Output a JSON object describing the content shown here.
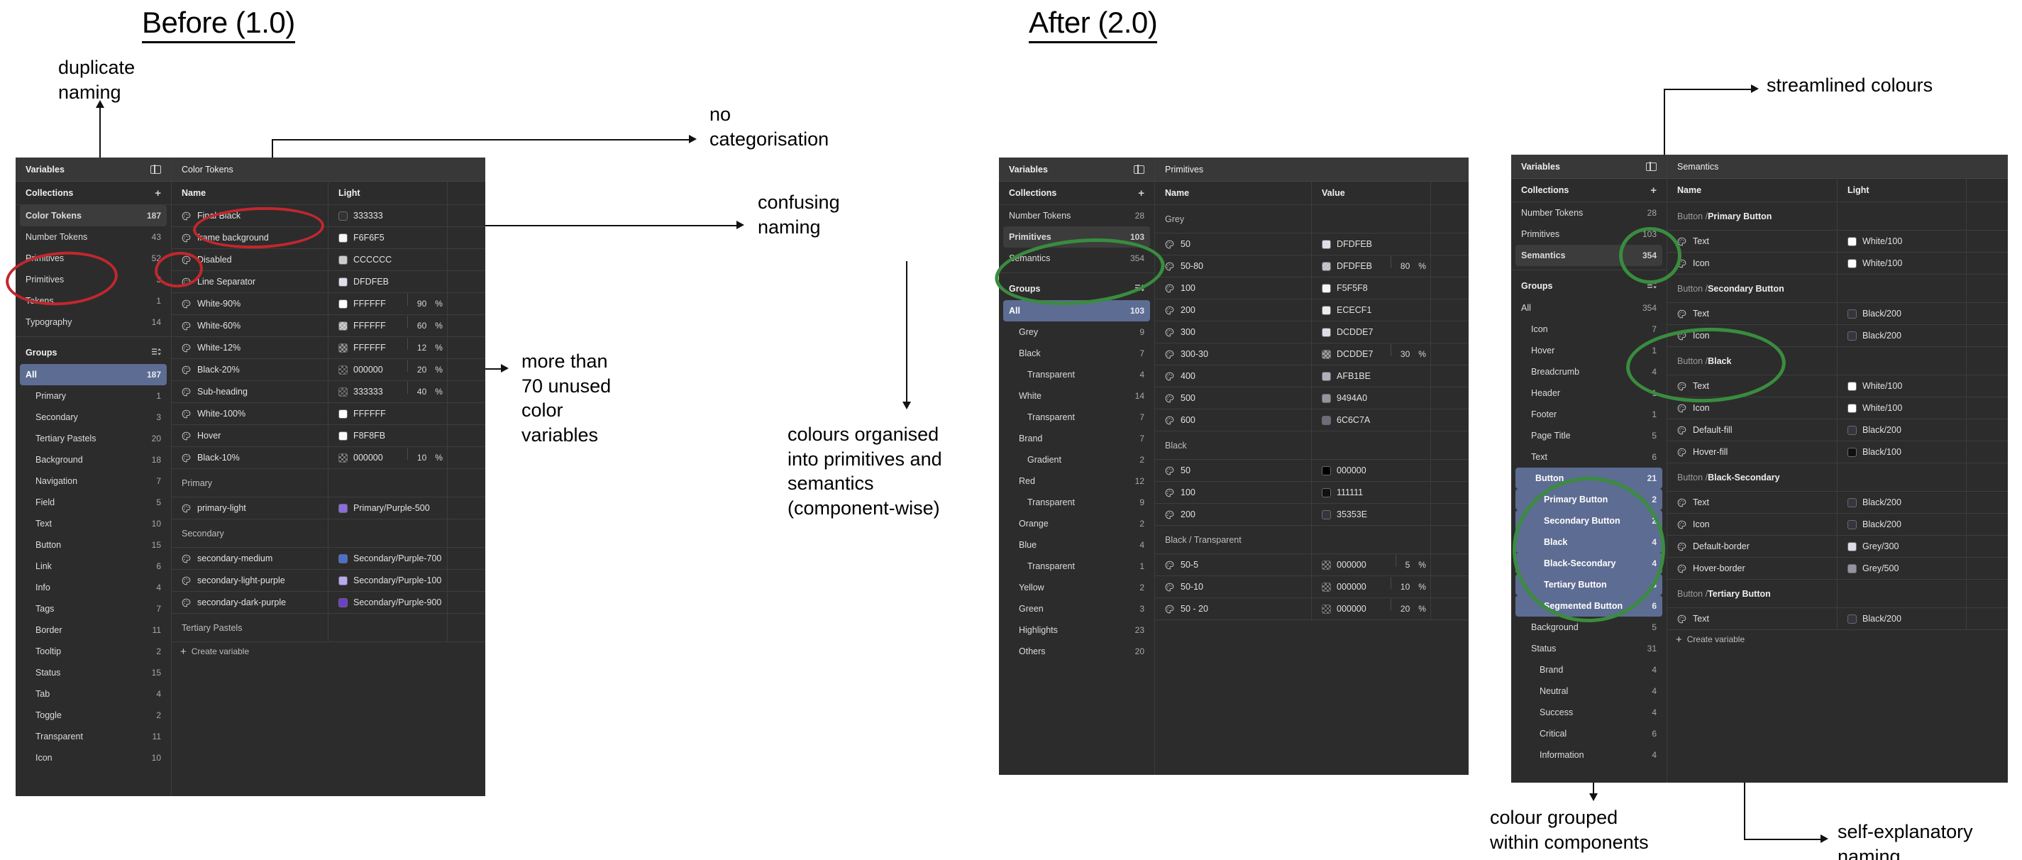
{
  "headings": {
    "before": "Before (1.0)",
    "after": "After (2.0)"
  },
  "annotations": {
    "duplicate_naming": "duplicate\nnaming",
    "no_categorisation": "no\ncategorisation",
    "confusing_naming": "confusing\nnaming",
    "unused_vars": "more than\n70 unused\ncolor\nvariables",
    "organised": "colours organised\ninto primitives and\nsemantics\n(component-wise)",
    "streamlined": "streamlined colours",
    "grouped": "colour grouped\nwithin components",
    "self_explanatory": "self-explanatory\nnaming"
  },
  "colors": {
    "red_circle": "#c1272d",
    "green_circle": "#3a8c3f",
    "selection_blue": "#5d6c92",
    "panel_bg": "#2c2c2c"
  },
  "panel_before": {
    "window_title": "Variables",
    "panel_icon": "panel-toggle-icon",
    "collections_label": "Collections",
    "add_icon": "plus-icon",
    "collections": [
      {
        "label": "Color Tokens",
        "count": "187",
        "state": "selected"
      },
      {
        "label": "Number Tokens",
        "count": "43",
        "state": "normal"
      },
      {
        "label": "Primitives",
        "count": "52",
        "state": "normal"
      },
      {
        "label": "Primitives",
        "count": "3",
        "state": "normal"
      },
      {
        "label": "Tokens",
        "count": "1",
        "state": "normal"
      },
      {
        "label": "Typography",
        "count": "14",
        "state": "normal"
      }
    ],
    "groups_label": "Groups",
    "sort_icon": "sort-icon",
    "groups": [
      {
        "label": "All",
        "count": "187",
        "state": "active",
        "indent": 0
      },
      {
        "label": "Primary",
        "count": "1",
        "state": "normal",
        "indent": 1
      },
      {
        "label": "Secondary",
        "count": "3",
        "state": "normal",
        "indent": 1
      },
      {
        "label": "Tertiary Pastels",
        "count": "20",
        "state": "normal",
        "indent": 1
      },
      {
        "label": "Background",
        "count": "18",
        "state": "normal",
        "indent": 1
      },
      {
        "label": "Navigation",
        "count": "7",
        "state": "normal",
        "indent": 1
      },
      {
        "label": "Field",
        "count": "5",
        "state": "normal",
        "indent": 1
      },
      {
        "label": "Text",
        "count": "10",
        "state": "normal",
        "indent": 1
      },
      {
        "label": "Button",
        "count": "15",
        "state": "normal",
        "indent": 1
      },
      {
        "label": "Link",
        "count": "6",
        "state": "normal",
        "indent": 1
      },
      {
        "label": "Info",
        "count": "4",
        "state": "normal",
        "indent": 1
      },
      {
        "label": "Tags",
        "count": "7",
        "state": "normal",
        "indent": 1
      },
      {
        "label": "Border",
        "count": "11",
        "state": "normal",
        "indent": 1
      },
      {
        "label": "Tooltip",
        "count": "2",
        "state": "normal",
        "indent": 1
      },
      {
        "label": "Status",
        "count": "15",
        "state": "normal",
        "indent": 1
      },
      {
        "label": "Tab",
        "count": "4",
        "state": "normal",
        "indent": 1
      },
      {
        "label": "Toggle",
        "count": "2",
        "state": "normal",
        "indent": 1
      },
      {
        "label": "Transparent",
        "count": "11",
        "state": "normal",
        "indent": 1
      },
      {
        "label": "Icon",
        "count": "10",
        "state": "normal",
        "indent": 1
      }
    ],
    "table_title": "Color Tokens",
    "col_name": "Name",
    "col_value": "Light",
    "rows": [
      {
        "kind": "row",
        "name": "Final Black",
        "value": "333333",
        "swatch": "#333333",
        "pct": ""
      },
      {
        "kind": "row",
        "name": "frame background",
        "value": "F6F6F5",
        "swatch": "#F6F6F5",
        "pct": ""
      },
      {
        "kind": "row",
        "name": "Disabled",
        "value": "CCCCCC",
        "swatch": "#CCCCCC",
        "pct": ""
      },
      {
        "kind": "row",
        "name": "Line Separator",
        "value": "DFDFEB",
        "swatch": "#DFDFEB",
        "pct": ""
      },
      {
        "kind": "row",
        "name": "White-90%",
        "value": "FFFFFF",
        "swatch": "#FFFFFF",
        "pct": "90"
      },
      {
        "kind": "row",
        "name": "White-60%",
        "value": "FFFFFF",
        "swatch": "#FFFFFF",
        "pct": "60",
        "checker": true
      },
      {
        "kind": "row",
        "name": "White-12%",
        "value": "FFFFFF",
        "swatch": "#FFFFFF",
        "pct": "12",
        "checker": true
      },
      {
        "kind": "row",
        "name": "Black-20%",
        "value": "000000",
        "swatch": "#000000",
        "pct": "20",
        "checker": true
      },
      {
        "kind": "row",
        "name": "Sub-heading",
        "value": "333333",
        "swatch": "#333333",
        "pct": "40",
        "checker": true
      },
      {
        "kind": "row",
        "name": "White-100%",
        "value": "FFFFFF",
        "swatch": "#FFFFFF",
        "pct": ""
      },
      {
        "kind": "row",
        "name": "Hover",
        "value": "F8F8FB",
        "swatch": "#F8F8FB",
        "pct": ""
      },
      {
        "kind": "row",
        "name": "Black-10%",
        "value": "000000",
        "swatch": "#000000",
        "pct": "10",
        "checker": true
      },
      {
        "kind": "group",
        "name": "Primary"
      },
      {
        "kind": "row",
        "name": "primary-light",
        "value": "Primary/Purple-500",
        "swatch": "#8b6ce0",
        "pct": ""
      },
      {
        "kind": "group",
        "name": "Secondary"
      },
      {
        "kind": "row",
        "name": "secondary-medium",
        "value": "Secondary/Purple-700",
        "swatch": "#4a6fd4",
        "pct": ""
      },
      {
        "kind": "row",
        "name": "secondary-light-purple",
        "value": "Secondary/Purple-100",
        "swatch": "#b9a9f0",
        "pct": ""
      },
      {
        "kind": "row",
        "name": "secondary-dark-purple",
        "value": "Secondary/Purple-900",
        "swatch": "#6b3fd0",
        "pct": ""
      },
      {
        "kind": "group",
        "name": "Tertiary Pastels"
      }
    ],
    "create_variable": "Create variable"
  },
  "panel_primitives": {
    "window_title": "Variables",
    "collections_label": "Collections",
    "collections": [
      {
        "label": "Number Tokens",
        "count": "28",
        "state": "normal"
      },
      {
        "label": "Primitives",
        "count": "103",
        "state": "selected"
      },
      {
        "label": "Semantics",
        "count": "354",
        "state": "normal"
      }
    ],
    "groups_label": "Groups",
    "groups": [
      {
        "label": "All",
        "count": "103",
        "state": "active",
        "indent": 0
      },
      {
        "label": "Grey",
        "count": "9",
        "state": "normal",
        "indent": 1
      },
      {
        "label": "Black",
        "count": "7",
        "state": "normal",
        "indent": 1
      },
      {
        "label": "Transparent",
        "count": "4",
        "state": "normal",
        "indent": 2
      },
      {
        "label": "White",
        "count": "14",
        "state": "normal",
        "indent": 1
      },
      {
        "label": "Transparent",
        "count": "7",
        "state": "normal",
        "indent": 2
      },
      {
        "label": "Brand",
        "count": "7",
        "state": "normal",
        "indent": 1
      },
      {
        "label": "Gradient",
        "count": "2",
        "state": "normal",
        "indent": 2
      },
      {
        "label": "Red",
        "count": "12",
        "state": "normal",
        "indent": 1
      },
      {
        "label": "Transparent",
        "count": "9",
        "state": "normal",
        "indent": 2
      },
      {
        "label": "Orange",
        "count": "2",
        "state": "normal",
        "indent": 1
      },
      {
        "label": "Blue",
        "count": "4",
        "state": "normal",
        "indent": 1
      },
      {
        "label": "Transparent",
        "count": "1",
        "state": "normal",
        "indent": 2
      },
      {
        "label": "Yellow",
        "count": "2",
        "state": "normal",
        "indent": 1
      },
      {
        "label": "Green",
        "count": "3",
        "state": "normal",
        "indent": 1
      },
      {
        "label": "Highlights",
        "count": "23",
        "state": "normal",
        "indent": 1
      },
      {
        "label": "Others",
        "count": "20",
        "state": "normal",
        "indent": 1
      }
    ],
    "table_title": "Primitives",
    "col_name": "Name",
    "col_value": "Value",
    "rows": [
      {
        "kind": "group",
        "name": "Grey"
      },
      {
        "kind": "row",
        "name": "50",
        "value": "DFDFEB",
        "swatch": "#DFDFEB",
        "pct": ""
      },
      {
        "kind": "row",
        "name": "50-80",
        "value": "DFDFEB",
        "swatch": "#DFDFEB",
        "pct": "80",
        "checker": true
      },
      {
        "kind": "row",
        "name": "100",
        "value": "F5F5F8",
        "swatch": "#F5F5F8",
        "pct": ""
      },
      {
        "kind": "row",
        "name": "200",
        "value": "ECECF1",
        "swatch": "#ECECF1",
        "pct": ""
      },
      {
        "kind": "row",
        "name": "300",
        "value": "DCDDE7",
        "swatch": "#DCDDE7",
        "pct": ""
      },
      {
        "kind": "row",
        "name": "300-30",
        "value": "DCDDE7",
        "swatch": "#DCDDE7",
        "pct": "30",
        "checker": true
      },
      {
        "kind": "row",
        "name": "400",
        "value": "AFB1BE",
        "swatch": "#AFB1BE",
        "pct": ""
      },
      {
        "kind": "row",
        "name": "500",
        "value": "9494A0",
        "swatch": "#9494A0",
        "pct": ""
      },
      {
        "kind": "row",
        "name": "600",
        "value": "6C6C7A",
        "swatch": "#6C6C7A",
        "pct": ""
      },
      {
        "kind": "group",
        "name": "Black"
      },
      {
        "kind": "row",
        "name": "50",
        "value": "000000",
        "swatch": "#000000",
        "pct": ""
      },
      {
        "kind": "row",
        "name": "100",
        "value": "111111",
        "swatch": "#111111",
        "pct": ""
      },
      {
        "kind": "row",
        "name": "200",
        "value": "35353E",
        "swatch": "#35353E",
        "pct": ""
      },
      {
        "kind": "group",
        "name": "Black / Transparent"
      },
      {
        "kind": "row",
        "name": "50-5",
        "value": "000000",
        "swatch": "#000000",
        "pct": "5",
        "checker": true
      },
      {
        "kind": "row",
        "name": "50-10",
        "value": "000000",
        "swatch": "#000000",
        "pct": "10",
        "checker": true
      },
      {
        "kind": "row",
        "name": "50 - 20",
        "value": "000000",
        "swatch": "#000000",
        "pct": "20",
        "checker": true
      }
    ]
  },
  "panel_semantics": {
    "window_title": "Variables",
    "collections_label": "Collections",
    "collections": [
      {
        "label": "Number Tokens",
        "count": "28",
        "state": "normal"
      },
      {
        "label": "Primitives",
        "count": "103",
        "state": "normal"
      },
      {
        "label": "Semantics",
        "count": "354",
        "state": "selected"
      }
    ],
    "groups_label": "Groups",
    "groups": [
      {
        "label": "All",
        "count": "354",
        "state": "normal",
        "indent": 0
      },
      {
        "label": "Icon",
        "count": "7",
        "state": "normal",
        "indent": 1
      },
      {
        "label": "Hover",
        "count": "1",
        "state": "normal",
        "indent": 1
      },
      {
        "label": "Breadcrumb",
        "count": "4",
        "state": "normal",
        "indent": 1
      },
      {
        "label": "Header",
        "count": "1",
        "state": "normal",
        "indent": 1
      },
      {
        "label": "Footer",
        "count": "1",
        "state": "normal",
        "indent": 1
      },
      {
        "label": "Page Title",
        "count": "5",
        "state": "normal",
        "indent": 1
      },
      {
        "label": "Text",
        "count": "6",
        "state": "normal",
        "indent": 1
      },
      {
        "label": "Button",
        "count": "21",
        "state": "active",
        "indent": 1
      },
      {
        "label": "Primary Button",
        "count": "2",
        "state": "sub-active",
        "indent": 2
      },
      {
        "label": "Secondary Button",
        "count": "2",
        "state": "sub-active",
        "indent": 2
      },
      {
        "label": "Black",
        "count": "4",
        "state": "sub-active",
        "indent": 2
      },
      {
        "label": "Black-Secondary",
        "count": "4",
        "state": "sub-active",
        "indent": 2
      },
      {
        "label": "Tertiary Button",
        "count": "3",
        "state": "sub-active",
        "indent": 2
      },
      {
        "label": "Segmented Button",
        "count": "6",
        "state": "sub-active",
        "indent": 2
      },
      {
        "label": "Background",
        "count": "5",
        "state": "normal",
        "indent": 1
      },
      {
        "label": "Status",
        "count": "31",
        "state": "normal",
        "indent": 1
      },
      {
        "label": "Brand",
        "count": "4",
        "state": "normal",
        "indent": 2
      },
      {
        "label": "Neutral",
        "count": "4",
        "state": "normal",
        "indent": 2
      },
      {
        "label": "Success",
        "count": "4",
        "state": "normal",
        "indent": 2
      },
      {
        "label": "Critical",
        "count": "6",
        "state": "normal",
        "indent": 2
      },
      {
        "label": "Information",
        "count": "4",
        "state": "normal",
        "indent": 2
      }
    ],
    "table_title": "Semantics",
    "col_name": "Name",
    "col_value": "Light",
    "rows": [
      {
        "kind": "group",
        "prefix": "Button / ",
        "name": "Primary Button"
      },
      {
        "kind": "row",
        "name": "Text",
        "value": "White/100",
        "swatch": "#FFFFFF",
        "pct": ""
      },
      {
        "kind": "row",
        "name": "Icon",
        "value": "White/100",
        "swatch": "#FFFFFF",
        "pct": ""
      },
      {
        "kind": "group",
        "prefix": "Button / ",
        "name": "Secondary Button"
      },
      {
        "kind": "row",
        "name": "Text",
        "value": "Black/200",
        "swatch": "#35353E",
        "pct": ""
      },
      {
        "kind": "row",
        "name": "Icon",
        "value": "Black/200",
        "swatch": "#35353E",
        "pct": ""
      },
      {
        "kind": "group",
        "prefix": "Button / ",
        "name": "Black"
      },
      {
        "kind": "row",
        "name": "Text",
        "value": "White/100",
        "swatch": "#FFFFFF",
        "pct": ""
      },
      {
        "kind": "row",
        "name": "Icon",
        "value": "White/100",
        "swatch": "#FFFFFF",
        "pct": ""
      },
      {
        "kind": "row",
        "name": "Default-fill",
        "value": "Black/200",
        "swatch": "#35353E",
        "pct": ""
      },
      {
        "kind": "row",
        "name": "Hover-fill",
        "value": "Black/100",
        "swatch": "#111111",
        "pct": ""
      },
      {
        "kind": "group",
        "prefix": "Button / ",
        "name": "Black-Secondary"
      },
      {
        "kind": "row",
        "name": "Text",
        "value": "Black/200",
        "swatch": "#35353E",
        "pct": ""
      },
      {
        "kind": "row",
        "name": "Icon",
        "value": "Black/200",
        "swatch": "#35353E",
        "pct": ""
      },
      {
        "kind": "row",
        "name": "Default-border",
        "value": "Grey/300",
        "swatch": "#DCDDE7",
        "pct": ""
      },
      {
        "kind": "row",
        "name": "Hover-border",
        "value": "Grey/500",
        "swatch": "#9494A0",
        "pct": ""
      },
      {
        "kind": "group",
        "prefix": "Button / ",
        "name": "Tertiary Button"
      },
      {
        "kind": "row",
        "name": "Text",
        "value": "Black/200",
        "swatch": "#35353E",
        "pct": ""
      }
    ],
    "create_variable": "Create variable"
  }
}
